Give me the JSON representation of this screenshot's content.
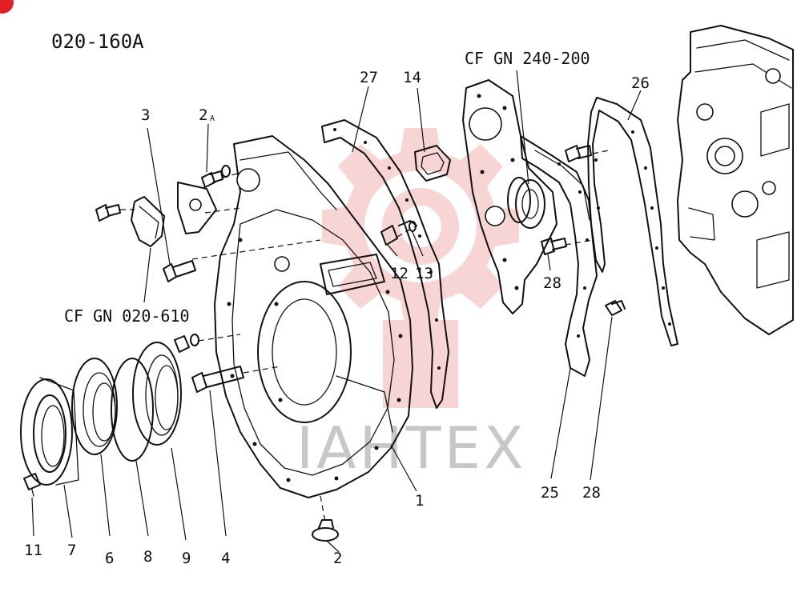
{
  "diagram": {
    "code": "020-160A",
    "references": {
      "ref_610": "CF GN 020-610",
      "ref_200": "CF GN 240-200"
    },
    "callouts": {
      "c1": "1",
      "c2": "2",
      "c2a": "2",
      "c2a_suffix": "A",
      "c3": "3",
      "c4": "4",
      "c6": "6",
      "c7": "7",
      "c8": "8",
      "c9": "9",
      "c11": "11",
      "c12": "12",
      "c13": "13",
      "c14": "14",
      "c25": "25",
      "c26": "26",
      "c27": "27",
      "c28a": "28",
      "c28b": "28"
    },
    "watermark": "IAHTEX",
    "colors": {
      "line": "#111111",
      "watermark_gear": "#f3b3b3",
      "watermark_text": "#c7c7c7",
      "badge": "#e31e24"
    }
  }
}
